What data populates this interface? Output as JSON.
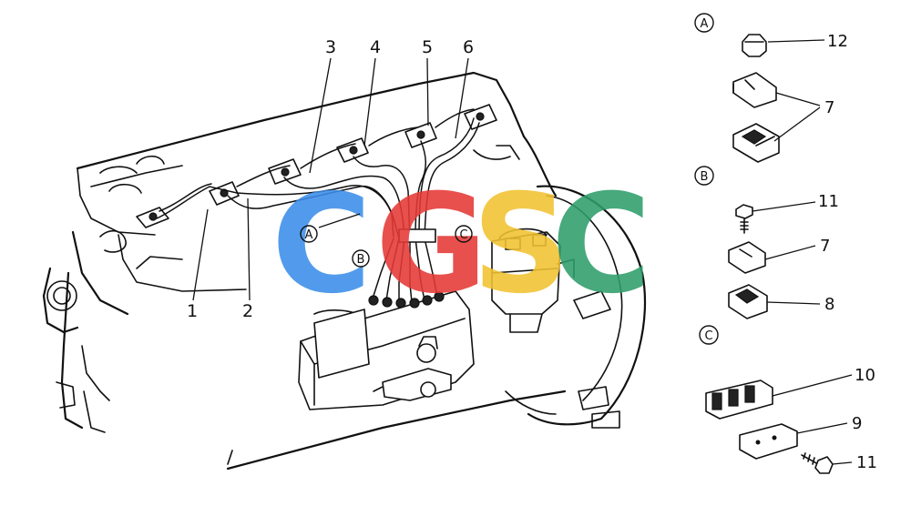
{
  "watermark": {
    "letters": [
      "C",
      "G",
      "S",
      "C"
    ],
    "colors": [
      "#3b8eea",
      "#e53935",
      "#f2c230",
      "#2e9e6b"
    ]
  },
  "main_callouts": [
    "1",
    "2",
    "3",
    "4",
    "5",
    "6"
  ],
  "engine_markers": [
    "A",
    "B",
    "C"
  ],
  "detail_a": {
    "marker": "A",
    "labels": [
      "12",
      "7"
    ]
  },
  "detail_b": {
    "marker": "B",
    "labels": [
      "11",
      "7",
      "8"
    ]
  },
  "detail_c": {
    "marker": "C",
    "labels": [
      "10",
      "9",
      "11"
    ]
  }
}
